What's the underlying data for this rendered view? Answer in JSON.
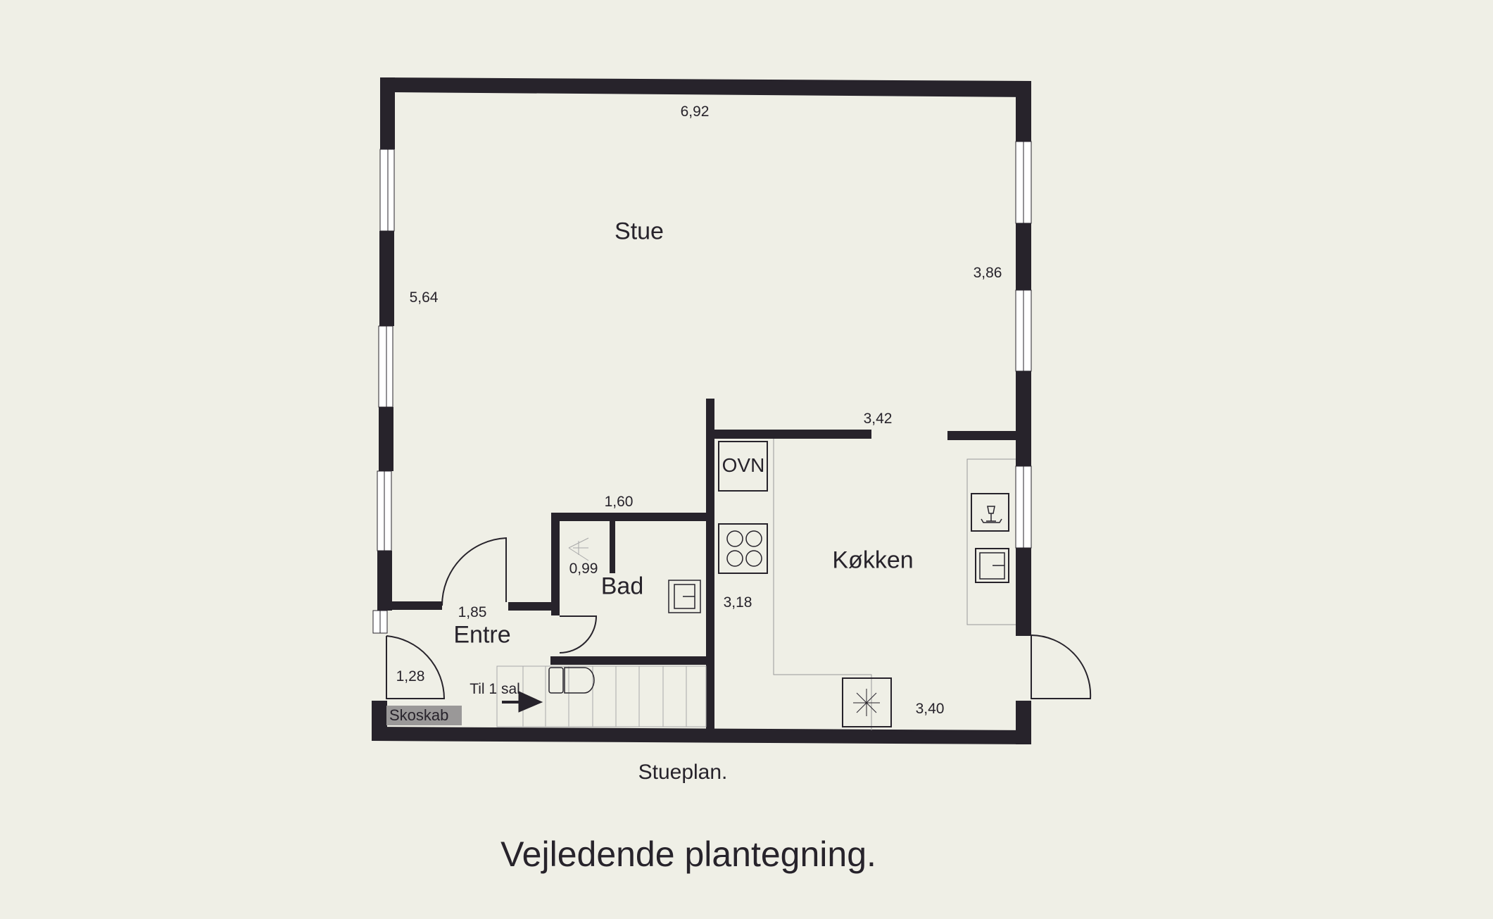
{
  "colors": {
    "background": "#efefe6",
    "wall": "#27232b",
    "window": "#ffffff",
    "fixture_line": "#999999",
    "skoskab_fill": "#9a9898"
  },
  "rooms": {
    "stue": "Stue",
    "kokken": "Køkken",
    "bad": "Bad",
    "entre": "Entre"
  },
  "dimensions": {
    "top_width": "6,92",
    "left_height": "5,64",
    "right_upper": "3,86",
    "kitchen_top": "3,42",
    "bad_top": "1,60",
    "bad_side": "0,99",
    "kitchen_left": "3,18",
    "entre_top": "1,85",
    "entre_door": "1,28",
    "kitchen_bottom": "3,40"
  },
  "fixtures": {
    "oven": "OVN",
    "stair_label": "Til 1 sal",
    "shoe_cabinet": "Skoskab"
  },
  "captions": {
    "floor_name": "Stueplan.",
    "disclaimer": "Vejledende plantegning."
  }
}
